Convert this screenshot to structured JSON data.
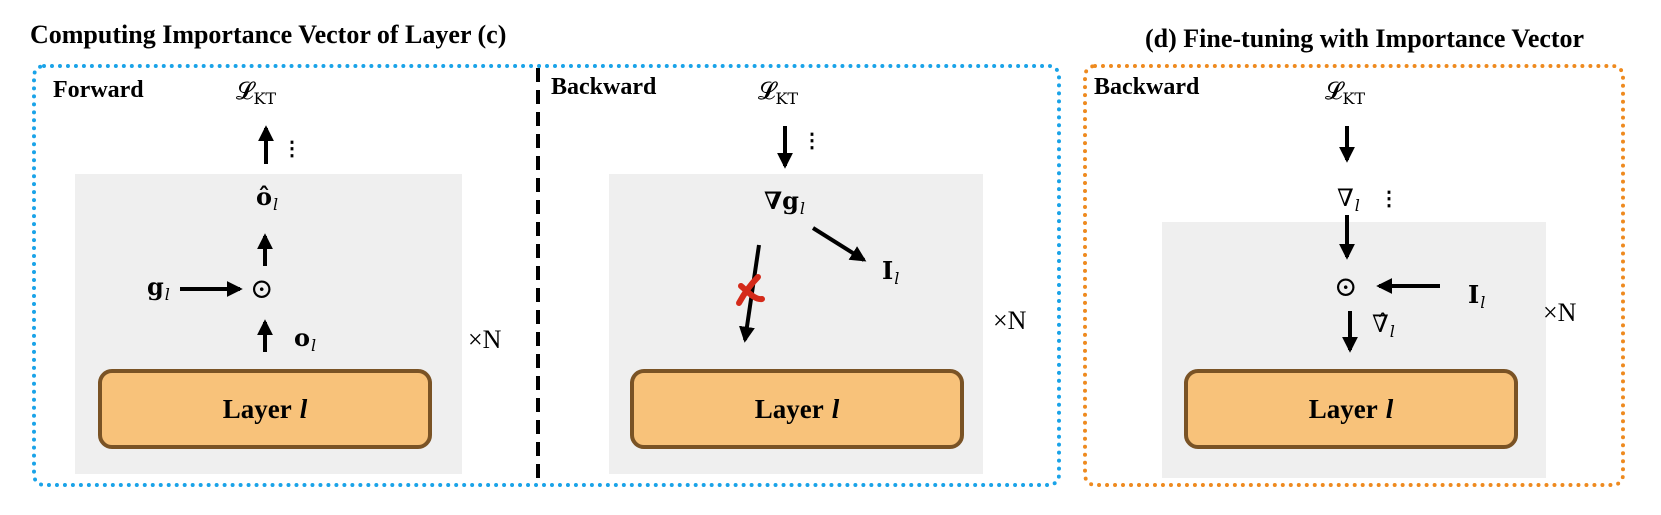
{
  "left_panel": {
    "title": "Computing Importance Vector of Layer (c)",
    "forward": {
      "label": "Forward",
      "loss": "𝓛",
      "loss_sub": "KT",
      "output_hat": "ô",
      "output_hat_sub": "l",
      "gate": "g",
      "gate_sub": "l",
      "odot": "⊙",
      "output": "o",
      "output_sub": "l",
      "dots": "⋮",
      "layer_label": "Layer",
      "layer_var": "l",
      "repeat": "×N"
    },
    "backward": {
      "label": "Backward",
      "loss": "𝓛",
      "loss_sub": "KT",
      "grad": "∇g",
      "grad_sub": "l",
      "importance": "I",
      "importance_sub": "l",
      "dots": "⋮",
      "layer_label": "Layer",
      "layer_var": "l",
      "repeat": "×N"
    }
  },
  "right_panel": {
    "title": "(d) Fine-tuning with Importance Vector",
    "label": "Backward",
    "loss": "𝓛",
    "loss_sub": "KT",
    "nabla": "∇",
    "nabla_sub": "l",
    "nabla_hat": "∇̂",
    "nabla_hat_sub": "l",
    "odot": "⊙",
    "importance": "I",
    "importance_sub": "l",
    "dots": "⋮",
    "layer_label": "Layer",
    "layer_var": "l",
    "repeat": "×N"
  },
  "colors": {
    "left_border": "#1aa3e8",
    "right_border": "#ee8a1f",
    "layer_fill": "#f8c27a",
    "layer_border": "#7a5325",
    "block_gray": "#efefef",
    "cross": "#d42a1a"
  }
}
